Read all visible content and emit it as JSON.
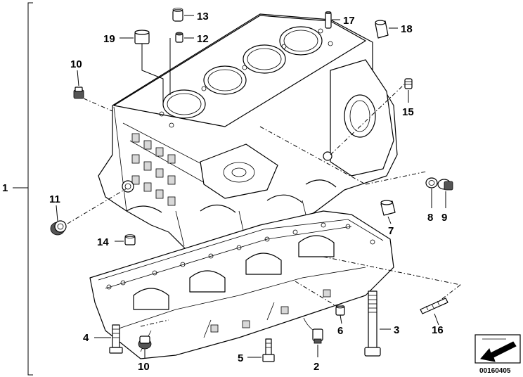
{
  "diagram": {
    "callouts": [
      "1",
      "2",
      "3",
      "4",
      "5",
      "6",
      "7",
      "8",
      "9",
      "10",
      "10",
      "11",
      "12",
      "13",
      "14",
      "15",
      "16",
      "17",
      "18",
      "19"
    ],
    "reference_number": "00160405"
  }
}
